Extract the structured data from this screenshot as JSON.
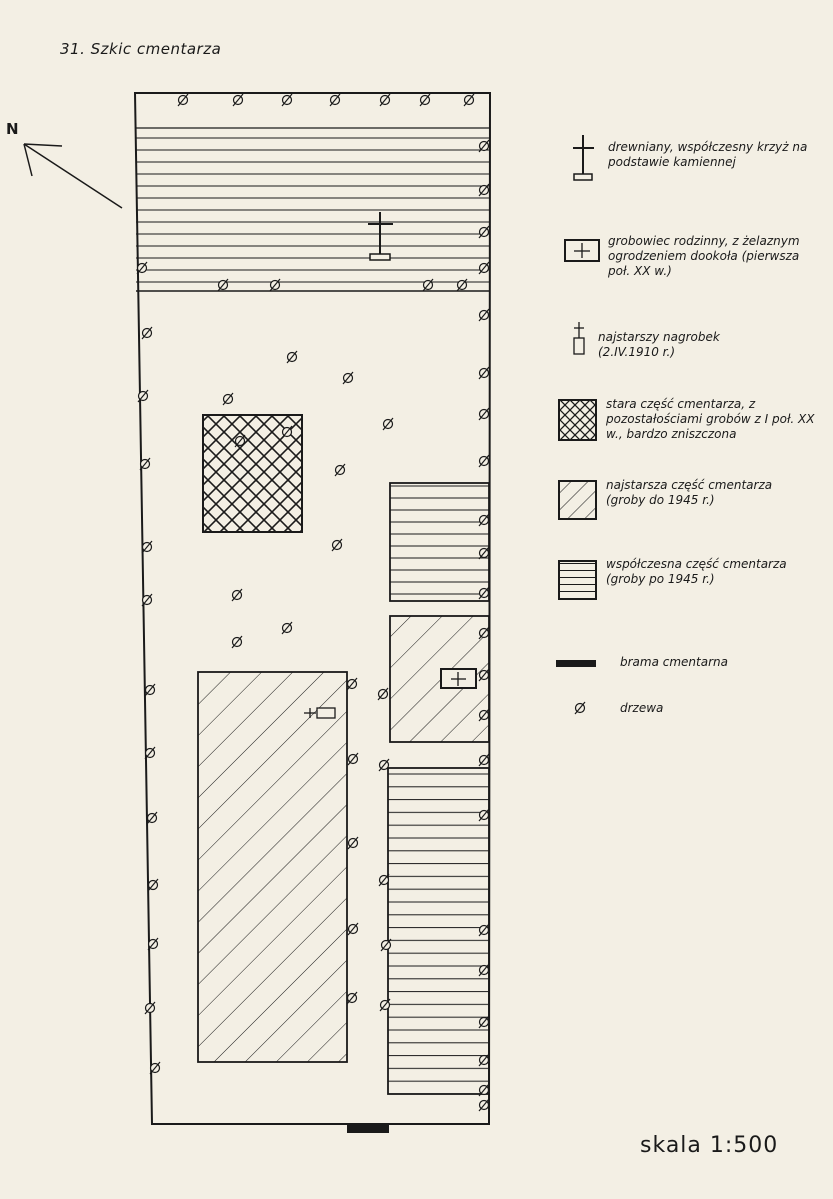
{
  "map": {
    "title": "31. Szkic cmentarza",
    "north_label": "N",
    "scale": "skala 1:500"
  },
  "legend": [
    {
      "id": "cross",
      "text": "drewniany, współczesny krzyż na podstawie kamiennej"
    },
    {
      "id": "family-tomb",
      "text": "grobowiec rodzinny, z żelaznym ogrodzeniem dookoła (pierwsza poł. XX w.)"
    },
    {
      "id": "oldest-tombstone",
      "text": "najstarszy nagrobek (2.IV.1910 r.)"
    },
    {
      "id": "old-part",
      "text": "stara część cmentarza, z pozostałościami grobów z I poł. XX w., bardzo zniszczona"
    },
    {
      "id": "oldest-part",
      "text": "najstarsza część cmentarza (groby do 1945 r.)"
    },
    {
      "id": "modern-part",
      "text": "współczesna część cmentarza (groby po 1945 r.)"
    },
    {
      "id": "gate",
      "text": "brama cmentarna"
    },
    {
      "id": "trees",
      "text": "drzewa"
    }
  ],
  "colors": {
    "ink": "#1a1a1a",
    "paper": "#f3efe4"
  }
}
